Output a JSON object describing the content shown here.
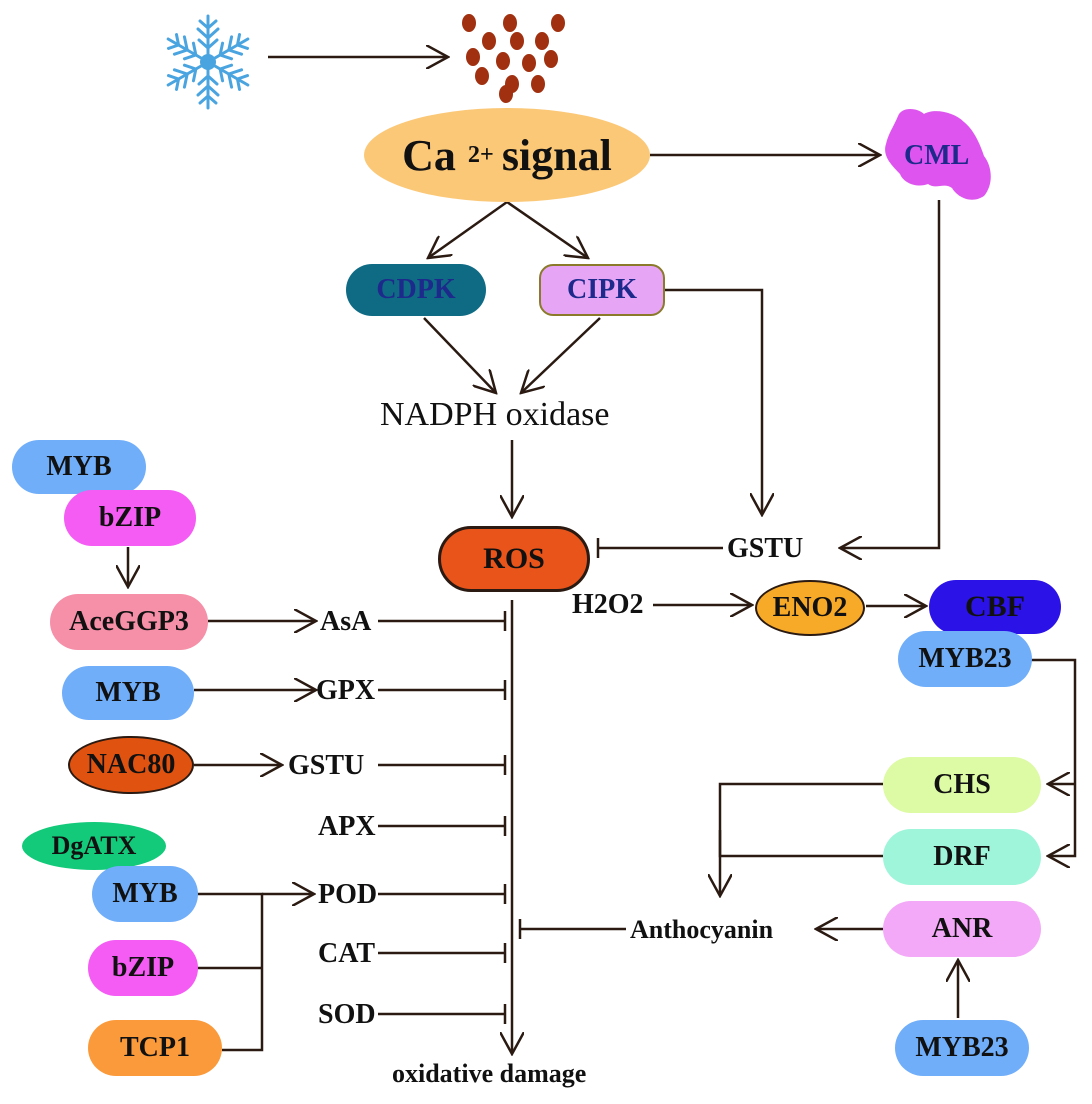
{
  "labels": {
    "ca_signal": "Ca",
    "ca_sup": "2+",
    "ca_signal_suffix": "signal",
    "cml": "CML",
    "cdpk": "CDPK",
    "cipk": "CIPK",
    "nadph": "NADPH oxidase",
    "ros": "ROS",
    "gstu_right": "GSTU",
    "h2o2": "H2O2",
    "eno2": "ENO2",
    "cbf": "CBF",
    "myb23_top": "MYB23",
    "myb_top": "MYB",
    "bzip_top": "bZIP",
    "aceggp3": "AceGGP3",
    "asa": "AsA",
    "myb_gpx": "MYB",
    "gpx": "GPX",
    "nac80": "NAC80",
    "gstu_left": "GSTU",
    "apx": "APX",
    "dgatx": "DgATX",
    "myb_pod": "MYB",
    "pod": "POD",
    "bzip_bottom": "bZIP",
    "cat": "CAT",
    "tcp1": "TCP1",
    "sod": "SOD",
    "oxidative_damage": "oxidative damage",
    "chs": "CHS",
    "drf": "DRF",
    "anr": "ANR",
    "anthocyanin": "Anthocyanin",
    "myb23_bottom": "MYB23"
  },
  "colors": {
    "ca_signal": "#fbc878",
    "cml": "#dd55ee",
    "cdpk": "#0f6b84",
    "cipk": "#e6a6f5",
    "ros": "#e8541a",
    "eno2": "#f7a928",
    "cbf": "#2b12e6",
    "myb": "#70aefa",
    "bzip": "#f45cf4",
    "aceggp3": "#f68fa8",
    "nac80": "#e0520f",
    "dgatx": "#13c97a",
    "tcp1": "#fb9a3b",
    "chs": "#ddfaa4",
    "drf": "#9ff5da",
    "anr": "#f3a9f7",
    "calcium_dots": "#a0300f",
    "snowflake": "#4aa4e0",
    "arrow": "#2a1a12",
    "kinase_text": "#1d2a8c"
  },
  "icons": [
    "snowflake-icon",
    "calcium-ions-icon"
  ]
}
